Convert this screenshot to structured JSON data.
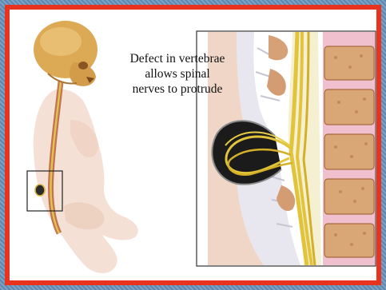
{
  "figure": {
    "callout": "Defect in vertebrae allows spinal nerves to protrude",
    "callout_lines": [
      "Defect in vertebrae",
      "allows spinal",
      "nerves to protrude"
    ],
    "colors": {
      "frame_border": "#e8341f",
      "background_pattern": "#6f93b8",
      "skin": "#f3ddd0",
      "skull": "#d9a84f",
      "nerve": "#e0c33a",
      "vertebra": "#d8a57a",
      "disc": "#f1c0cf",
      "sac": "#1a1a1a"
    }
  }
}
